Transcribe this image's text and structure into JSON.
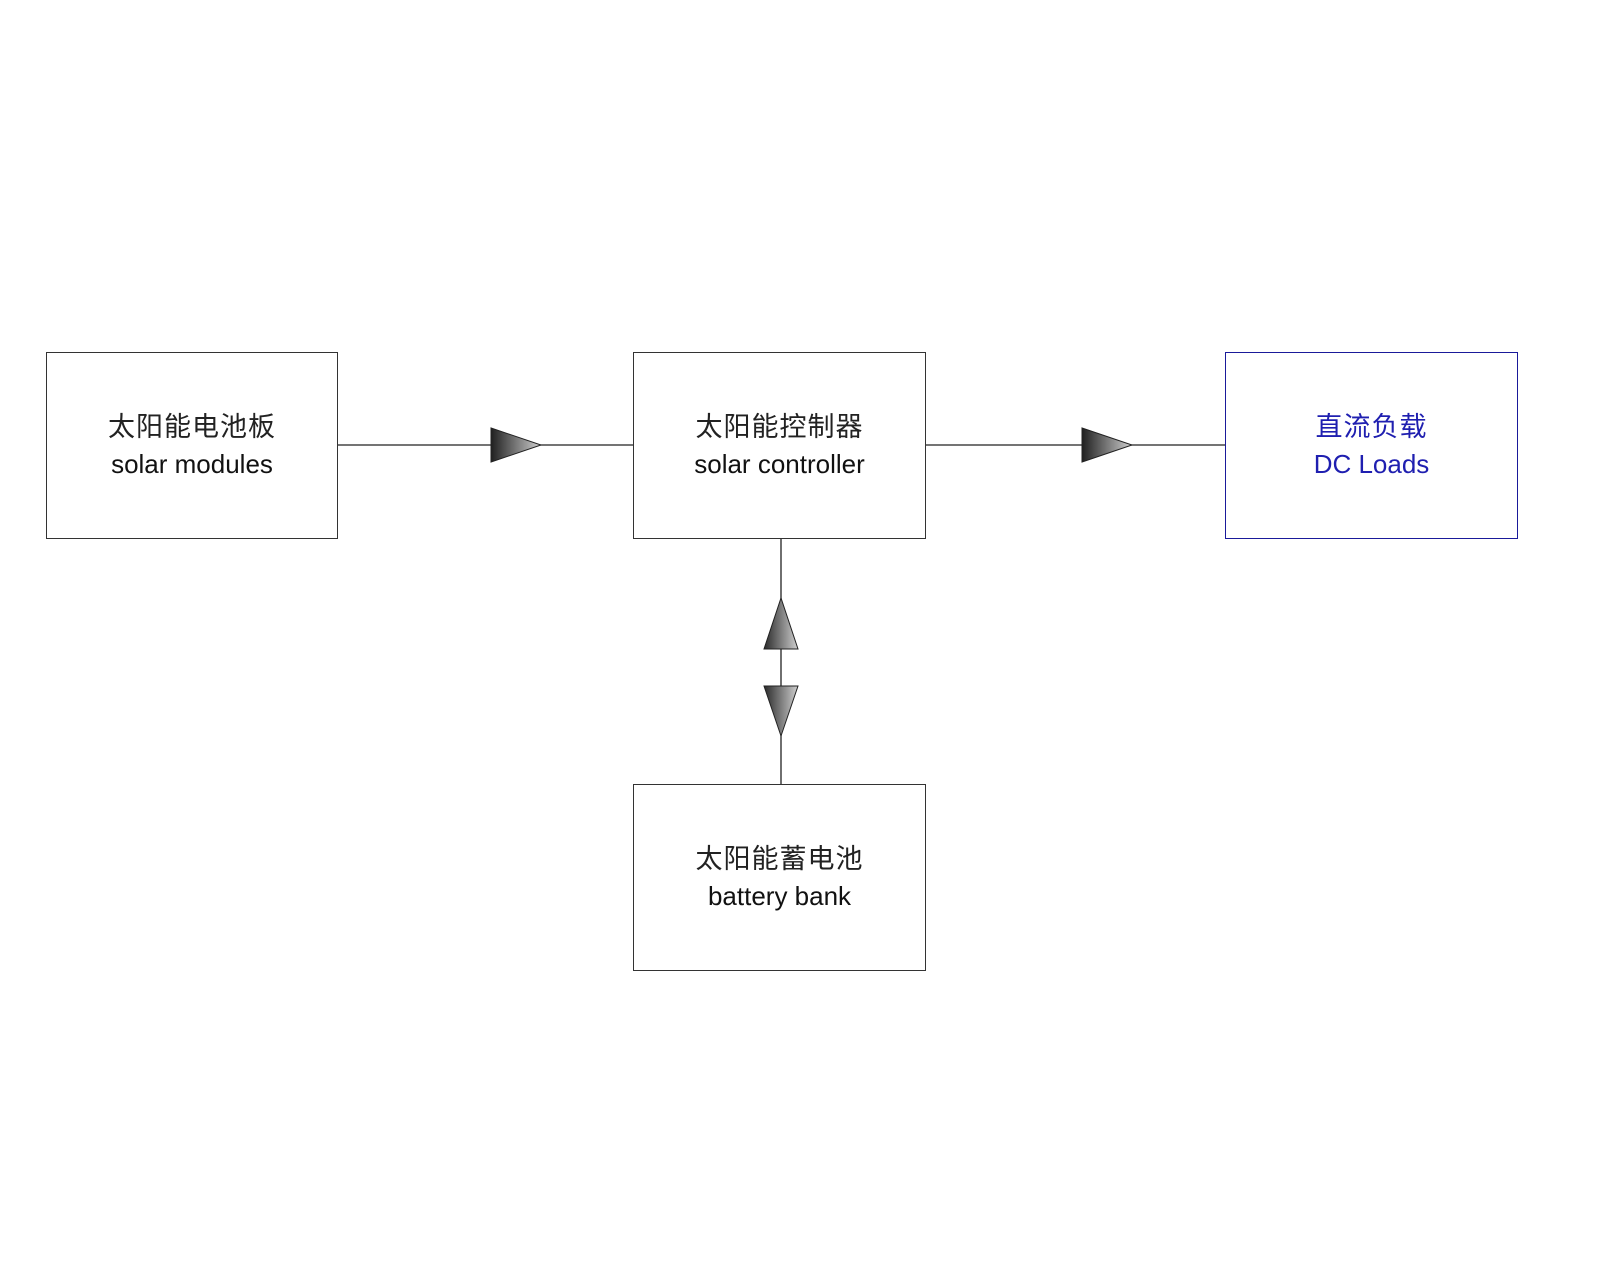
{
  "diagram": {
    "nodes": {
      "solar_modules": {
        "zh": "太阳能电池板",
        "en": "solar modules"
      },
      "solar_controller": {
        "zh": "太阳能控制器",
        "en": "solar controller"
      },
      "dc_loads": {
        "zh": "直流负载",
        "en": "DC Loads"
      },
      "battery_bank": {
        "zh": "太阳能蓄电池",
        "en": "battery bank"
      }
    },
    "edges": [
      {
        "from": "solar_modules",
        "to": "solar_controller",
        "direction": "one-way"
      },
      {
        "from": "solar_controller",
        "to": "dc_loads",
        "direction": "one-way"
      },
      {
        "from": "solar_controller",
        "to": "battery_bank",
        "direction": "two-way"
      }
    ],
    "colors": {
      "box_border": "#333333",
      "loads_accent": "#1f1fb0",
      "arrow_dark": "#2b2b2b",
      "arrow_light": "#bdbdbd"
    }
  }
}
